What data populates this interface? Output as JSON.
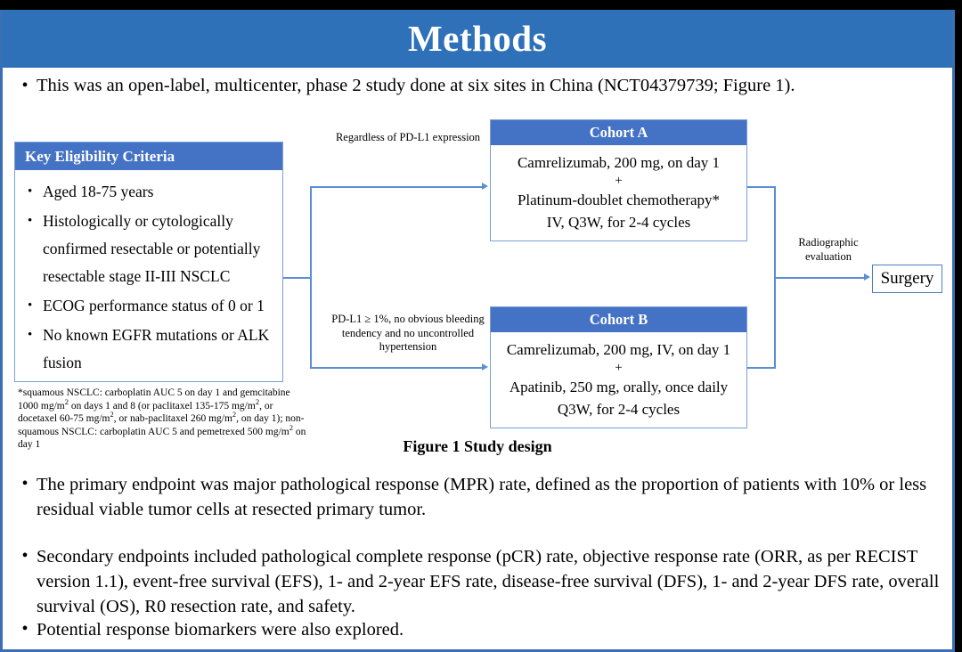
{
  "slide": {
    "title": "Methods",
    "accent_color": "#2e71b8",
    "header_color": "#4472c4",
    "connector_color": "#5b8fd4"
  },
  "intro_bullet": {
    "marker": "•",
    "text": "This was an open-label, multicenter, phase 2 study done at six sites in China (NCT04379739; Figure 1)."
  },
  "figure": {
    "caption": "Figure 1 Study design",
    "eligibility": {
      "header": "Key  Eligibility Criteria",
      "marker": "•",
      "items": [
        "Aged 18-75 years",
        "Histologically or cytologically confirmed resectable or potentially resectable stage II-III NSCLC",
        "ECOG performance status of 0 or 1",
        "No known EGFR mutations or ALK fusion"
      ]
    },
    "footnote": "*squamous NSCLC: carboplatin AUC 5 on day 1 and gemcitabine 1000 mg/m2 on days 1 and 8 (or paclitaxel 135-175 mg/m2, or docetaxel 60-75 mg/m2, or nab-paclitaxel 260 mg/m2, on day 1); non-squamous NSCLC: carboplatin AUC 5 and pemetrexed 500 mg/m2 on day 1",
    "cohort_a": {
      "header": "Cohort A",
      "line1": "Camrelizumab, 200 mg, on day 1",
      "plus": "+",
      "line2": "Platinum-doublet chemotherapy*",
      "line3": "IV, Q3W, for 2-4 cycles"
    },
    "cohort_b": {
      "header": "Cohort B",
      "line1": "Camrelizumab, 200 mg, IV, on day 1",
      "plus": "+",
      "line2": "Apatinib, 250 mg, orally, once daily",
      "line3": "Q3W, for 2-4 cycles"
    },
    "annotations": {
      "to_cohort_a": "Regardless  of PD-L1 expression",
      "to_cohort_b": "PD-L1 ≥ 1%, no obvious bleeding tendency and no uncontrolled  hypertension",
      "to_surgery": "Radiographic evaluation"
    },
    "surgery": {
      "label": "Surgery"
    }
  },
  "bullets": [
    {
      "marker": "•",
      "text": "The primary endpoint was major pathological response (MPR) rate, defined as the proportion of patients with 10% or less residual viable tumor cells at resected primary tumor."
    },
    {
      "marker": "•",
      "text": "Secondary endpoints included pathological complete response (pCR) rate, objective response rate (ORR, as per RECIST version 1.1), event-free survival (EFS), 1- and 2-year EFS rate, disease-free survival (DFS), 1- and 2-year DFS rate, overall survival (OS), R0 resection rate, and safety."
    },
    {
      "marker": "•",
      "text": "Potential response biomarkers were also explored."
    }
  ]
}
